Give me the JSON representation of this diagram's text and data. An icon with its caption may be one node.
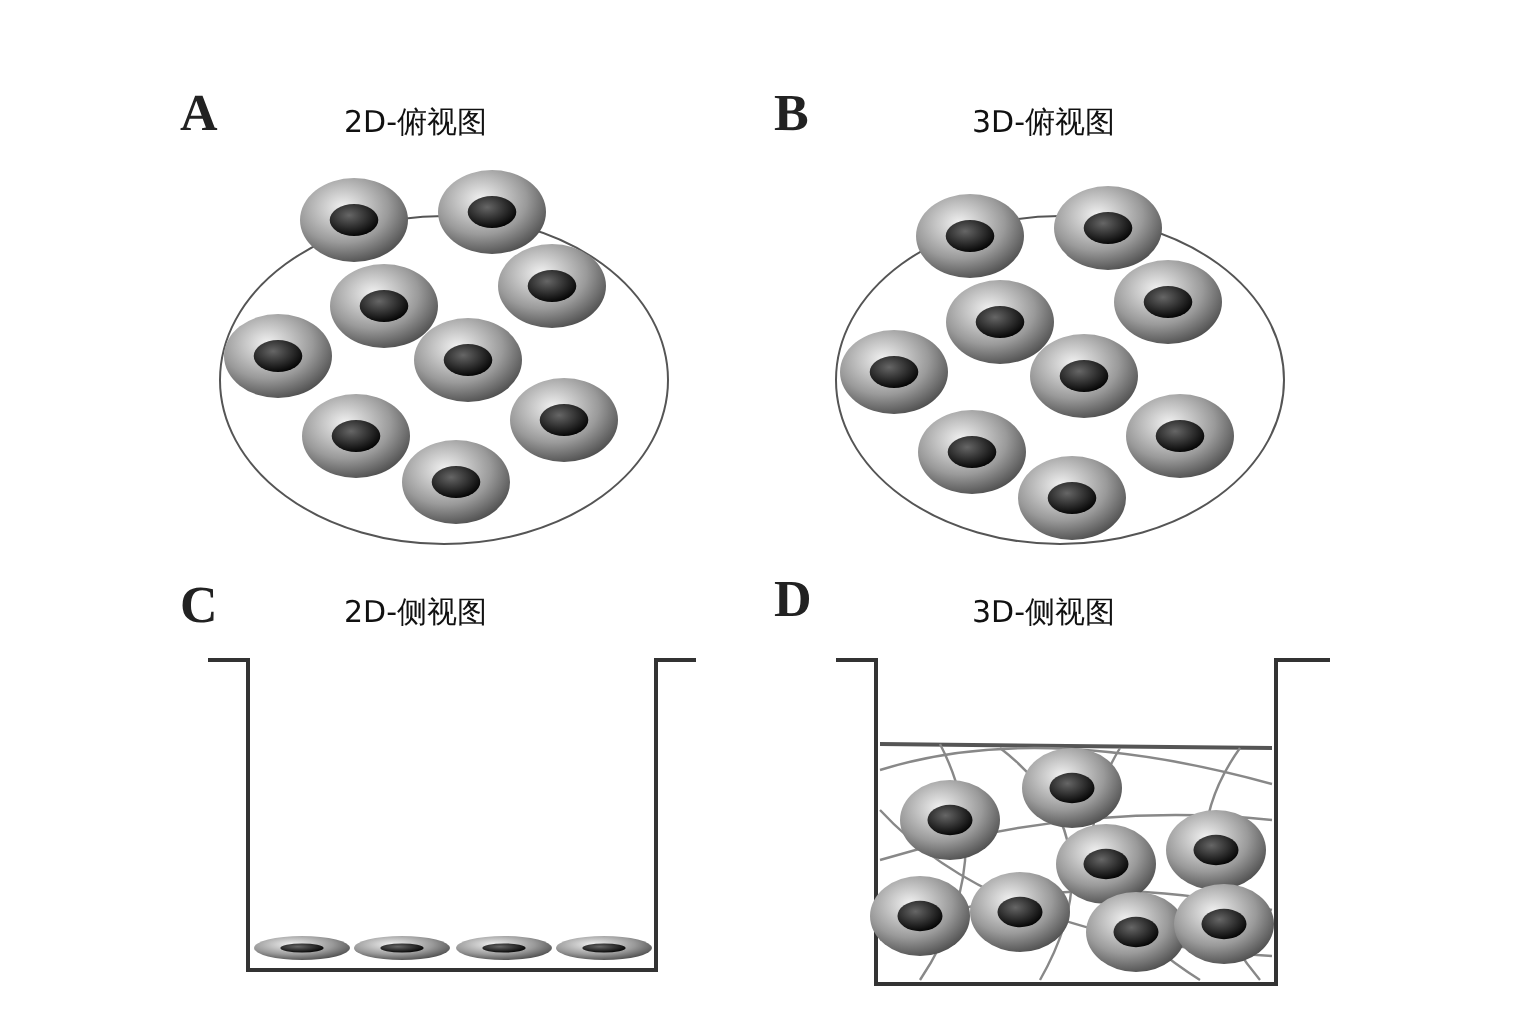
{
  "diagram": {
    "labels": [
      "A",
      "2D-俯视图",
      "B",
      "3D-俯视图",
      "C",
      "2D-侧视图",
      "D",
      "3D-侧视图"
    ]
  }
}
